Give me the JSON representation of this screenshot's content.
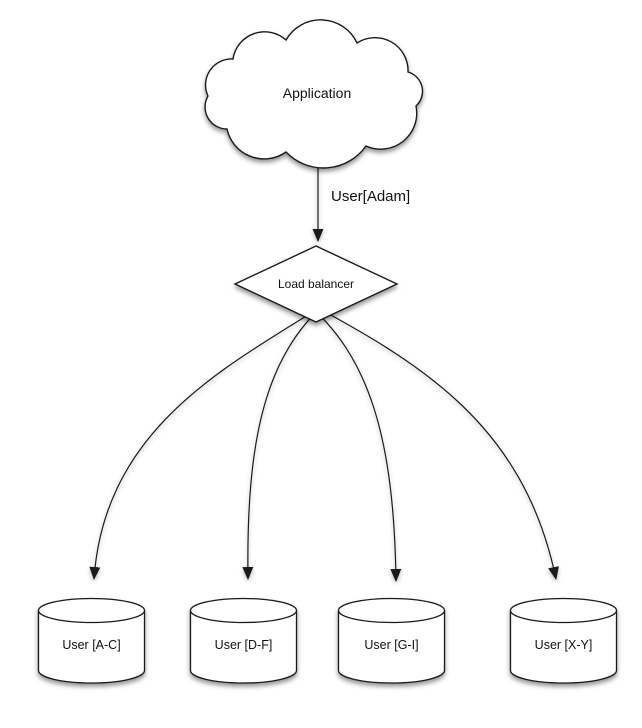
{
  "diagram": {
    "title": "sharded-database-load-balancing-diagram",
    "background_color": "#ffffff",
    "stroke_color": "#1a1a1a",
    "shape_fill_color": "#ffffff",
    "text_color": "#111111",
    "nodes": {
      "application": {
        "label": "Application",
        "shape": "cloud"
      },
      "load_balancer": {
        "label": "Load balancer",
        "shape": "diamond"
      },
      "shards": [
        {
          "label": "User [A-C]",
          "shape": "cylinder"
        },
        {
          "label": "User [D-F]",
          "shape": "cylinder"
        },
        {
          "label": "User [G-I]",
          "shape": "cylinder"
        },
        {
          "label": "User [X-Y]",
          "shape": "cylinder"
        }
      ]
    },
    "edges": {
      "app_to_lb": {
        "label": "User[Adam]",
        "from": "application",
        "to": "load_balancer"
      },
      "lb_to_shards": [
        {
          "from": "load_balancer",
          "to": "shard-a-c"
        },
        {
          "from": "load_balancer",
          "to": "shard-d-f"
        },
        {
          "from": "load_balancer",
          "to": "shard-g-i"
        },
        {
          "from": "load_balancer",
          "to": "shard-x-y"
        }
      ]
    }
  }
}
